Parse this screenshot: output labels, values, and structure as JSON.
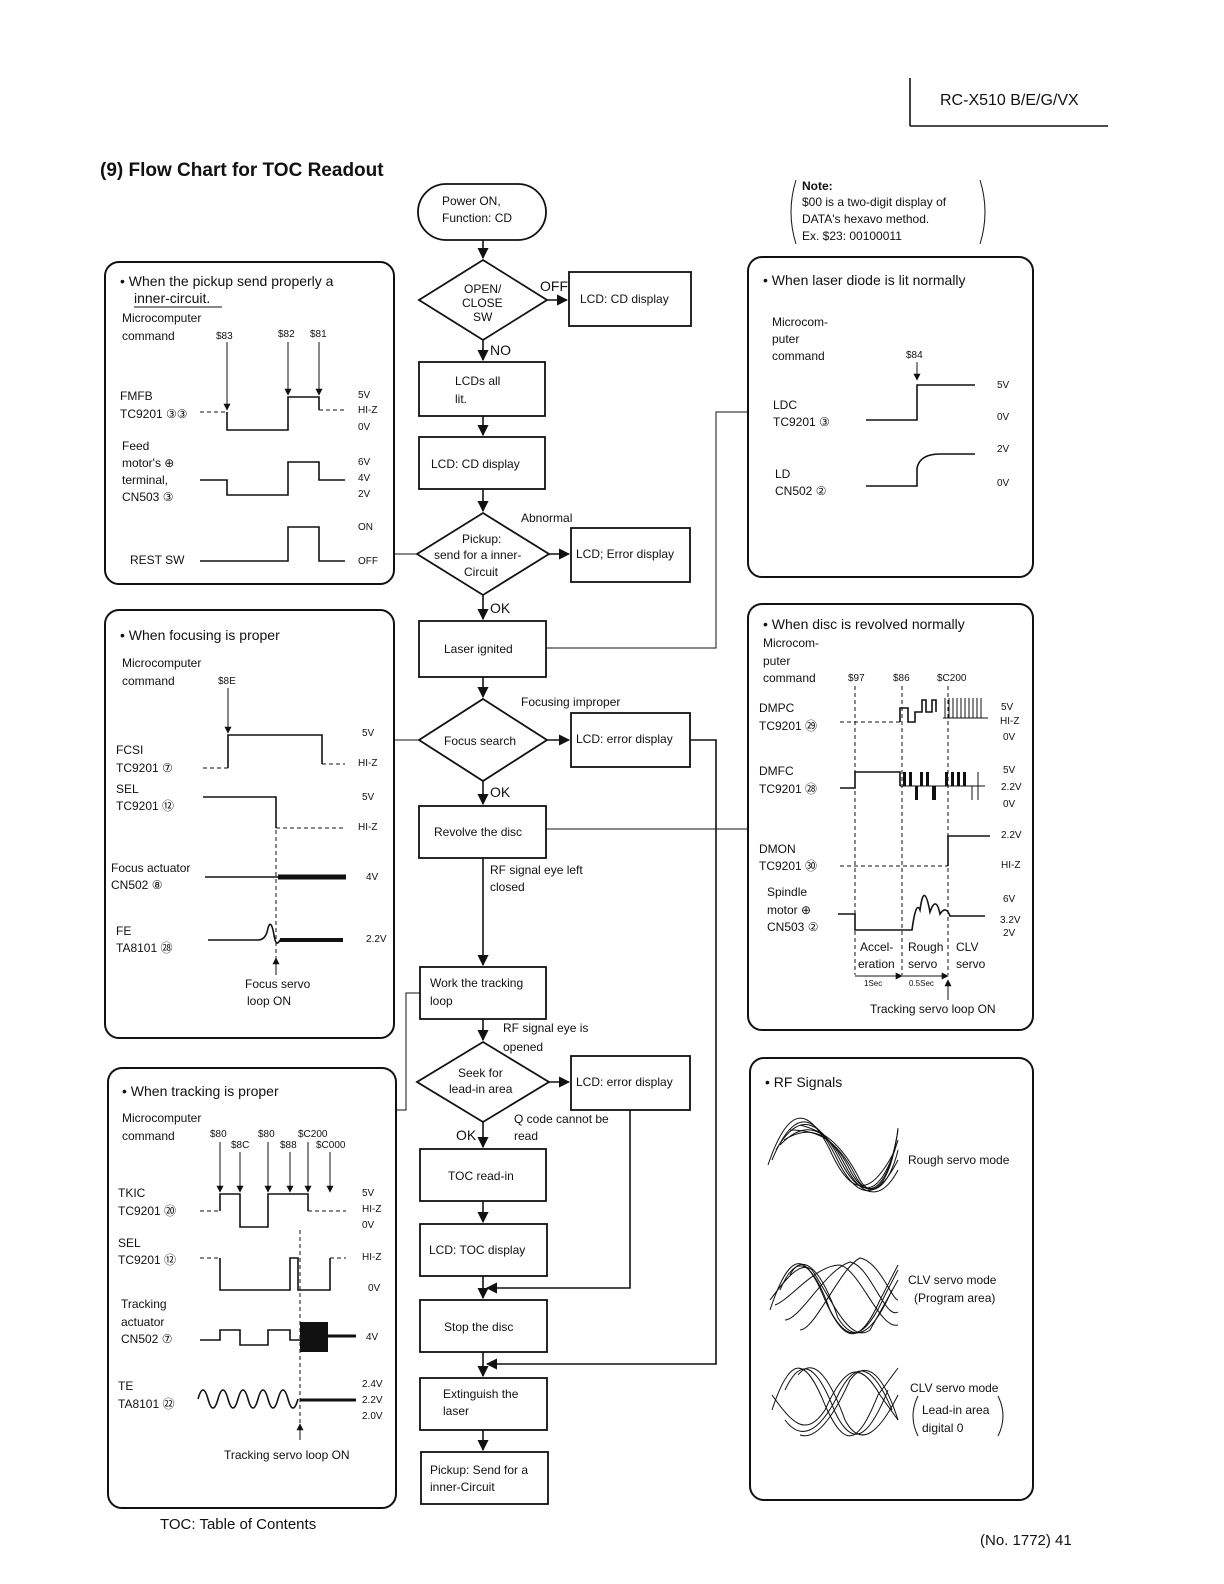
{
  "header": {
    "model": "RC-X510 B/E/G/VX",
    "section_title": "(9) Flow Chart for TOC Readout"
  },
  "footer": {
    "note": "TOC: Table of Contents",
    "page": "(No. 1772) 41"
  },
  "note": {
    "title": "Note:",
    "line1": "$00 is a two-digit display of",
    "line2": "DATA's hexavo method.",
    "line3": "Ex. $23: 00100011"
  },
  "flow": {
    "start": [
      "Power ON,",
      "Function: CD"
    ],
    "open_close": [
      "OPEN/",
      "CLOSE",
      "SW"
    ],
    "off": "OFF",
    "lcd_cd_display_1": "LCD: CD display",
    "no": "NO",
    "lcds_all_lit": [
      "LCDs all",
      "lit."
    ],
    "lcd_cd_display_2": "LCD: CD display",
    "abnormal": "Abnormal",
    "pickup_send": [
      "Pickup:",
      "send for a inner-",
      "Circuit"
    ],
    "lcd_error_1": "LCD; Error display",
    "ok1": "OK",
    "laser_ignited": "Laser ignited",
    "focusing_improper": "Focusing improper",
    "focus_search": "Focus search",
    "lcd_error_2": "LCD: error display",
    "ok2": "OK",
    "revolve": "Revolve the disc",
    "rf_eye_left": [
      "RF signal eye left",
      "closed"
    ],
    "work_tracking": [
      "Work the tracking",
      "loop"
    ],
    "rf_eye_opened": [
      "RF signal eye is",
      "opened"
    ],
    "seek": [
      "Seek for",
      "lead-in area"
    ],
    "lcd_error_3": "LCD: error display",
    "q_code": [
      "Q code cannot be",
      "read"
    ],
    "ok3": "OK",
    "toc_read_in": "TOC read-in",
    "lcd_toc": "LCD: TOC display",
    "stop_disc": "Stop the disc",
    "extinguish": [
      "Extinguish the",
      "laser"
    ],
    "pickup_final": [
      "Pickup: Send for a",
      "inner-Circuit"
    ]
  },
  "panel_inner": {
    "title": [
      "• When the pickup send properly a",
      "inner-circuit."
    ],
    "cmd": [
      "Microcomputer",
      "command"
    ],
    "cmds": [
      "$83",
      "$82",
      "$81"
    ],
    "sig1": [
      "FMFB",
      "TC9201 ③③"
    ],
    "sig1_levels": [
      "5V",
      "HI-Z",
      "0V"
    ],
    "sig2": [
      "Feed",
      "motor's ⊕",
      "terminal,",
      "CN503 ③"
    ],
    "sig2_levels": [
      "6V",
      "4V",
      "2V"
    ],
    "sig3": "REST SW",
    "sig3_levels": [
      "ON",
      "OFF"
    ]
  },
  "panel_focus": {
    "title": "•  When focusing is proper",
    "cmd": [
      "Microcomputer",
      "command"
    ],
    "cmds": [
      "$8E"
    ],
    "sig1": [
      "FCSI",
      "TC9201 ⑦"
    ],
    "sig1_levels": [
      "5V",
      "HI-Z"
    ],
    "sig2": [
      "SEL",
      "TC9201 ⑫"
    ],
    "sig2_levels": [
      "5V",
      "HI-Z"
    ],
    "sig3": [
      "Focus actuator",
      "CN502 ⑧"
    ],
    "sig3_levels": [
      "4V"
    ],
    "sig4": [
      "FE",
      "TA8101 ㉘"
    ],
    "sig4_levels": [
      "2.2V"
    ],
    "caption": [
      "Focus servo",
      "loop ON"
    ]
  },
  "panel_tracking": {
    "title": "• When tracking is proper",
    "cmd": [
      "Microcomputer",
      "command"
    ],
    "cmds": [
      "$80",
      "$8C",
      "$80",
      "$88",
      "$C200",
      "$C000"
    ],
    "sig1": [
      "TKIC",
      "TC9201 ⑳"
    ],
    "sig1_levels": [
      "5V",
      "HI-Z",
      "0V"
    ],
    "sig2": [
      "SEL",
      "TC9201 ⑫"
    ],
    "sig2_levels": [
      "HI-Z",
      "0V"
    ],
    "sig3": [
      "Tracking",
      "actuator",
      "CN502 ⑦"
    ],
    "sig3_levels": [
      "4V"
    ],
    "sig4": [
      "TE",
      "TA8101 ㉒"
    ],
    "sig4_levels": [
      "2.4V",
      "2.2V",
      "2.0V"
    ],
    "caption": "Tracking servo loop ON"
  },
  "panel_laser": {
    "title": "• When laser diode is lit normally",
    "cmd": [
      "Microcom-",
      "puter",
      "command"
    ],
    "cmds": [
      "$84"
    ],
    "sig1": [
      "LDC",
      "TC9201 ③"
    ],
    "sig1_levels": [
      "5V",
      "0V"
    ],
    "sig2": [
      "LD",
      "CN502 ②"
    ],
    "sig2_levels": [
      "2V",
      "0V"
    ]
  },
  "panel_disc": {
    "title": "• When disc is revolved normally",
    "cmd": [
      "Microcom-",
      "puter",
      "command"
    ],
    "cmds": [
      "$97",
      "$86",
      "$C200"
    ],
    "sig1": [
      "DMPC",
      "TC9201 ㉙"
    ],
    "sig1_levels": [
      "5V",
      "HI-Z",
      "0V"
    ],
    "sig2": [
      "DMFC",
      "TC9201 ㉘"
    ],
    "sig2_levels": [
      "5V",
      "2.2V",
      "0V"
    ],
    "sig3": [
      "DMON",
      "TC9201 ㉚"
    ],
    "sig3_levels": [
      "2.2V",
      "HI-Z"
    ],
    "sig4": [
      "Spindle",
      "motor ⊕",
      "CN503 ②"
    ],
    "sig4_levels": [
      "6V",
      "3.2V",
      "2V"
    ],
    "phases": [
      "Accel-",
      "eration",
      "Rough",
      "servo",
      "CLV",
      "servo"
    ],
    "times": [
      "1Sec",
      "0.5Sec"
    ],
    "caption": "Tracking servo loop ON"
  },
  "panel_rf": {
    "title": "• RF Signals",
    "mode1": "Rough servo mode",
    "mode2": [
      "CLV servo mode",
      "(Program area)"
    ],
    "mode3": [
      "CLV servo mode",
      "Lead-in area",
      "digital 0"
    ]
  }
}
